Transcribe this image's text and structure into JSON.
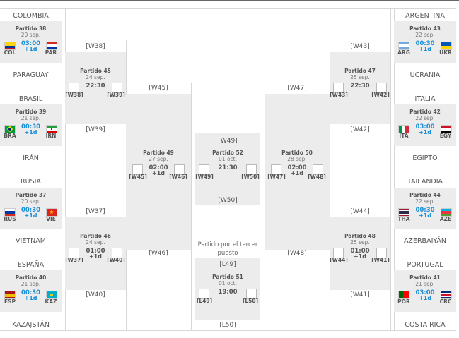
{
  "teams": {
    "colombia": "COLOMBIA",
    "paraguay": "PARAGUAY",
    "brasil": "BRASIL",
    "iran": "IRÁN",
    "rusia": "RUSIA",
    "vietnam": "VIETNAM",
    "espana": "ESPAÑA",
    "kazajstan": "KAZAJSTÁN",
    "argentina": "ARGENTINA",
    "ucrania": "UCRANIA",
    "italia": "ITALIA",
    "egipto": "EGIPTO",
    "tailandia": "TAILANDIA",
    "azerbaiyan": "AZERBAIYÁN",
    "portugal": "PORTUGAL",
    "costarica": "COSTA RICA"
  },
  "slots": {
    "w38": "[W38]",
    "w39": "[W39]",
    "w37": "[W37]",
    "w40": "[W40]",
    "w43": "[W43]",
    "w42": "[W42]",
    "w44": "[W44]",
    "w41": "[W41]",
    "w45": "[W45]",
    "w46": "[W46]",
    "w47": "[W47]",
    "w48": "[W48]",
    "w49": "[W49]",
    "w50": "[W50]",
    "l49": "[L49]",
    "l50": "[L50]"
  },
  "third_place_label": "Partido por el tercer puesto",
  "matches": {
    "m38": {
      "title": "Partido 38",
      "date": "20 sep.",
      "time": "03:00",
      "plus": "+1d",
      "a": "COL",
      "b": "PAR"
    },
    "m39": {
      "title": "Partido 39",
      "date": "21 sep.",
      "time": "00:30",
      "plus": "+1d",
      "a": "BRA",
      "b": "IRN"
    },
    "m37": {
      "title": "Partido 37",
      "date": "20 sep.",
      "time": "00:30",
      "plus": "+1d",
      "a": "RUS",
      "b": "VIE"
    },
    "m40": {
      "title": "Partido 40",
      "date": "21 sep.",
      "time": "00:30",
      "plus": "+1d",
      "a": "ESP",
      "b": "KAZ"
    },
    "m43": {
      "title": "Partido 43",
      "date": "22 sep.",
      "time": "00:30",
      "plus": "+1d",
      "a": "ARG",
      "b": "UKR"
    },
    "m42": {
      "title": "Partido 42",
      "date": "22 sep.",
      "time": "03:00",
      "plus": "+1d",
      "a": "ITA",
      "b": "EGY"
    },
    "m44": {
      "title": "Partido 44",
      "date": "22 sep.",
      "time": "00:30",
      "plus": "+1d",
      "a": "THA",
      "b": "AZE"
    },
    "m41": {
      "title": "Partido 41",
      "date": "21 sep.",
      "time": "03:00",
      "plus": "+1d",
      "a": "POR",
      "b": "CRC"
    },
    "m45": {
      "title": "Partido 45",
      "date": "24 sep.",
      "time": "22:30",
      "plus": "",
      "a": "[W38]",
      "b": "[W39]"
    },
    "m46": {
      "title": "Partido 46",
      "date": "24 sep.",
      "time": "01:00",
      "plus": "+1d",
      "a": "[W37]",
      "b": "[W40]"
    },
    "m47": {
      "title": "Partido 47",
      "date": "25 sep.",
      "time": "22:30",
      "plus": "",
      "a": "[W43]",
      "b": "[W42]"
    },
    "m48": {
      "title": "Partido 48",
      "date": "25 sep.",
      "time": "01:00",
      "plus": "+1d",
      "a": "[W44]",
      "b": "[W41]"
    },
    "m49": {
      "title": "Partido 49",
      "date": "27 sep.",
      "time": "02:00",
      "plus": "+1d",
      "a": "[W45]",
      "b": "[W46]"
    },
    "m50": {
      "title": "Partido 50",
      "date": "28 sep.",
      "time": "02:00",
      "plus": "+1d",
      "a": "[W47]",
      "b": "[W48]"
    },
    "m52": {
      "title": "Partido 52",
      "date": "01 oct.",
      "time": "21:30",
      "plus": "",
      "a": "[W49]",
      "b": "[W50]"
    },
    "m51": {
      "title": "Partido 51",
      "date": "01 oct.",
      "time": "19:00",
      "plus": "",
      "a": "[L49]",
      "b": "[L50]"
    }
  },
  "colors": {
    "time_blue": "#1a8fd8",
    "line": "#d7d7d7",
    "panel": "#ececec",
    "text": "#555555"
  },
  "flags": {
    "COL": "colombia-flag-icon",
    "PAR": "paraguay-flag-icon",
    "BRA": "brazil-flag-icon",
    "IRN": "iran-flag-icon",
    "RUS": "russia-flag-icon",
    "VIE": "vietnam-flag-icon",
    "ESP": "spain-flag-icon",
    "KAZ": "kazakhstan-flag-icon",
    "ARG": "argentina-flag-icon",
    "UKR": "ukraine-flag-icon",
    "ITA": "italy-flag-icon",
    "EGY": "egypt-flag-icon",
    "THA": "thailand-flag-icon",
    "AZE": "azerbaijan-flag-icon",
    "POR": "portugal-flag-icon",
    "CRC": "costa-rica-flag-icon"
  }
}
